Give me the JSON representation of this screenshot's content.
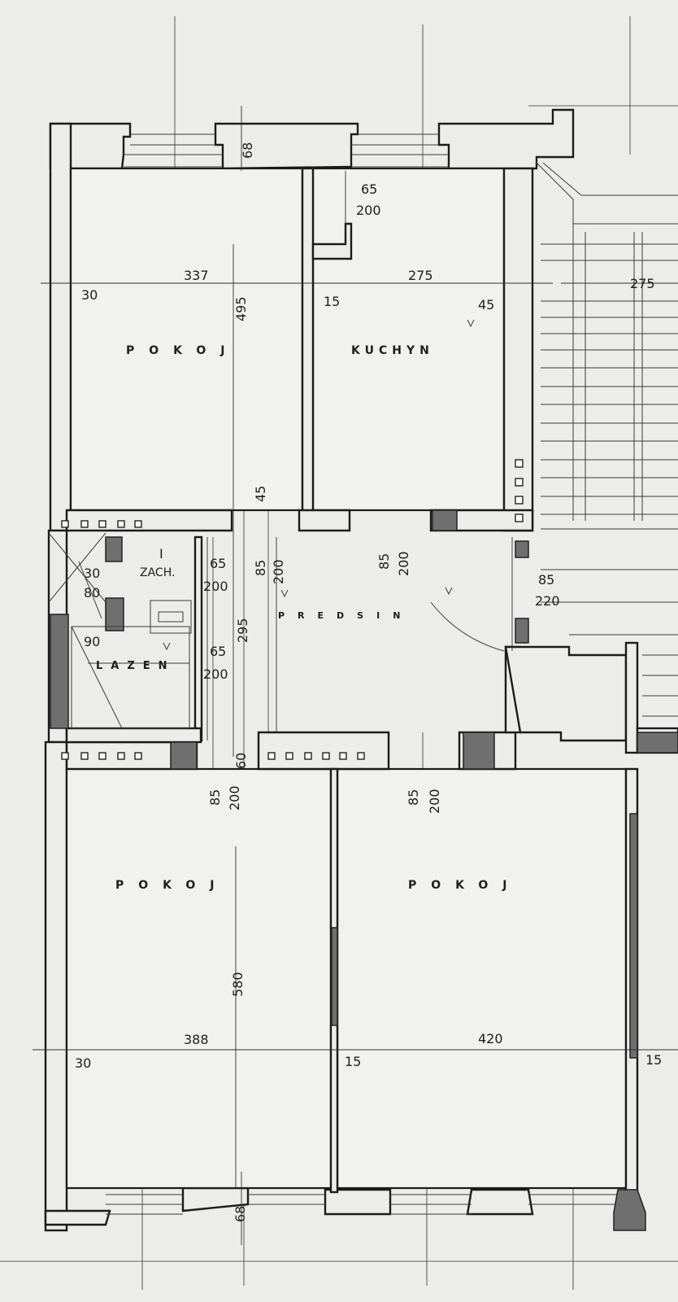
{
  "rooms": {
    "pokoj_top": "POKOJ",
    "kuchyn": "KUCHYN",
    "predsin": "PREDSIN",
    "zach": "ZACH.",
    "lazen": "LAZEN",
    "pokoj_bottom_left": "POKOJ",
    "pokoj_bottom_right": "POKOJ"
  },
  "dimensions": {
    "top_window_depth": "68",
    "bottom_window_depth": "68",
    "kitchen_door_w": "65",
    "kitchen_door_h": "200",
    "pokoj_top_width": "337",
    "kuchyn_width": "275",
    "stair_width": "275",
    "wall_30_top": "30",
    "wall_15_top": "15",
    "wall_45_top": "45",
    "pokoj_top_depth": "495",
    "wall_45_mid": "45",
    "zach_door_w": "65",
    "zach_door_h": "200",
    "predsin_door_left_w": "85",
    "predsin_door_left_h": "200",
    "kuchyn_door_w": "85",
    "kuchyn_door_h": "200",
    "entry_door_w": "85",
    "entry_door_h": "220",
    "zach_marker": "I",
    "niche_30": "30",
    "niche_80": "80",
    "lazen_90": "90",
    "lazen_door_w": "65",
    "lazen_door_h": "200",
    "predsin_depth": "295",
    "wall_60": "60",
    "pokoj_bl_door_w": "85",
    "pokoj_bl_door_h": "200",
    "pokoj_br_door_w": "85",
    "pokoj_br_door_h": "200",
    "pokoj_bottom_depth": "580",
    "pokoj_bl_width": "388",
    "pokoj_br_width": "420",
    "wall_30_bottom": "30",
    "wall_15_bottom": "15",
    "wall_15_right": "15"
  }
}
